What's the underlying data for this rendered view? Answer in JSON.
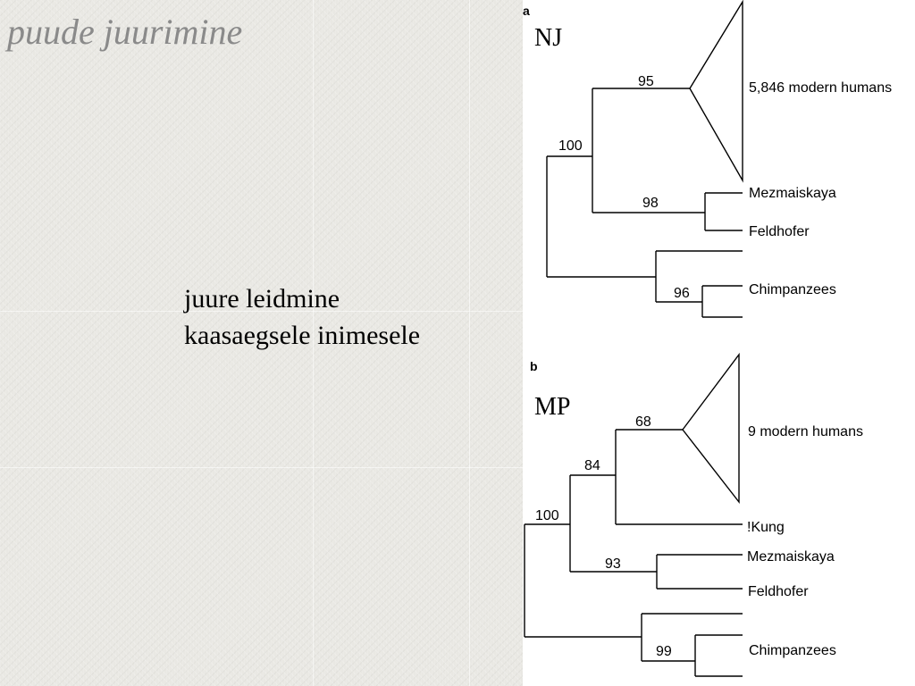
{
  "slide": {
    "title": "puude juurimine",
    "body_lines": [
      "juure leidmine",
      "kaasaegsele inimesele"
    ]
  },
  "figure": {
    "panel_a": {
      "letter": "a",
      "method": "NJ",
      "bootstrap": {
        "root_clade": "100",
        "humans": "95",
        "neanderthals": "98",
        "chimpanzees": "96"
      },
      "taxa": {
        "humans": "5,846 modern humans",
        "mezmaiskaya": "Mezmaiskaya",
        "feldhofer": "Feldhofer",
        "chimpanzees": "Chimpanzees"
      }
    },
    "panel_b": {
      "letter": "b",
      "method": "MP",
      "bootstrap": {
        "root_clade": "100",
        "human_kung": "84",
        "humans": "68",
        "neanderthals": "93",
        "chimpanzees": "99"
      },
      "taxa": {
        "humans": "9 modern humans",
        "kung": "!Kung",
        "mezmaiskaya": "Mezmaiskaya",
        "feldhofer": "Feldhofer",
        "chimpanzees": "Chimpanzees"
      }
    }
  },
  "colors": {
    "background": "#e9e8e3",
    "title": "#8a8a8a",
    "figure_background": "#ffffff",
    "ink": "#000000"
  }
}
